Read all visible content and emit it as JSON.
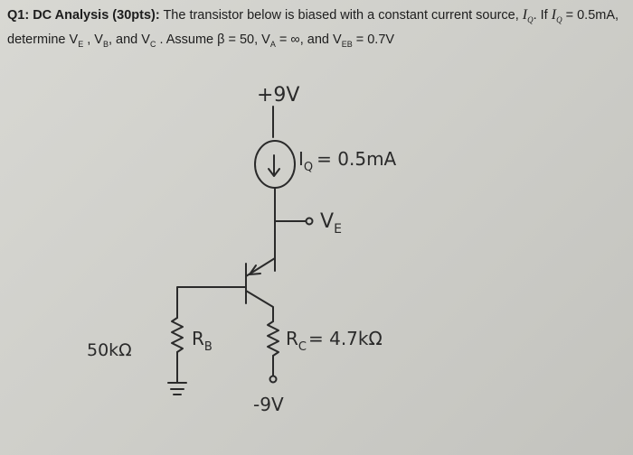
{
  "question": {
    "number": "Q1:",
    "title": "DC Analysis (30pts):",
    "text1": " The transistor below is biased with a constant current source, ",
    "iq_sym": "I",
    "iq_sub": "Q",
    "text2": ". If ",
    "text3": " = 0.5mA,",
    "line2_a": "determine V",
    "line2_e": "E",
    "line2_b": " , V",
    "line2_bsub": "B",
    "line2_c": ", and V",
    "line2_csub": "C",
    "line2_d": " . Assume β = 50, V",
    "line2_asub": "A",
    "line2_e2": " = ∞, and V",
    "line2_ebsub": "EB",
    "line2_f": " = 0.7V"
  },
  "circuit": {
    "supply_top": "+9V",
    "current_label": "I",
    "current_sub": "Q",
    "current_value": "= 0.5mA",
    "ve_label": "V",
    "ve_sub": "E",
    "rb_label": "R",
    "rb_sub": "B",
    "rb_value": "50kΩ",
    "rc_label": "R",
    "rc_sub": "C",
    "rc_value": "= 4.7kΩ",
    "supply_bottom": "-9V"
  }
}
